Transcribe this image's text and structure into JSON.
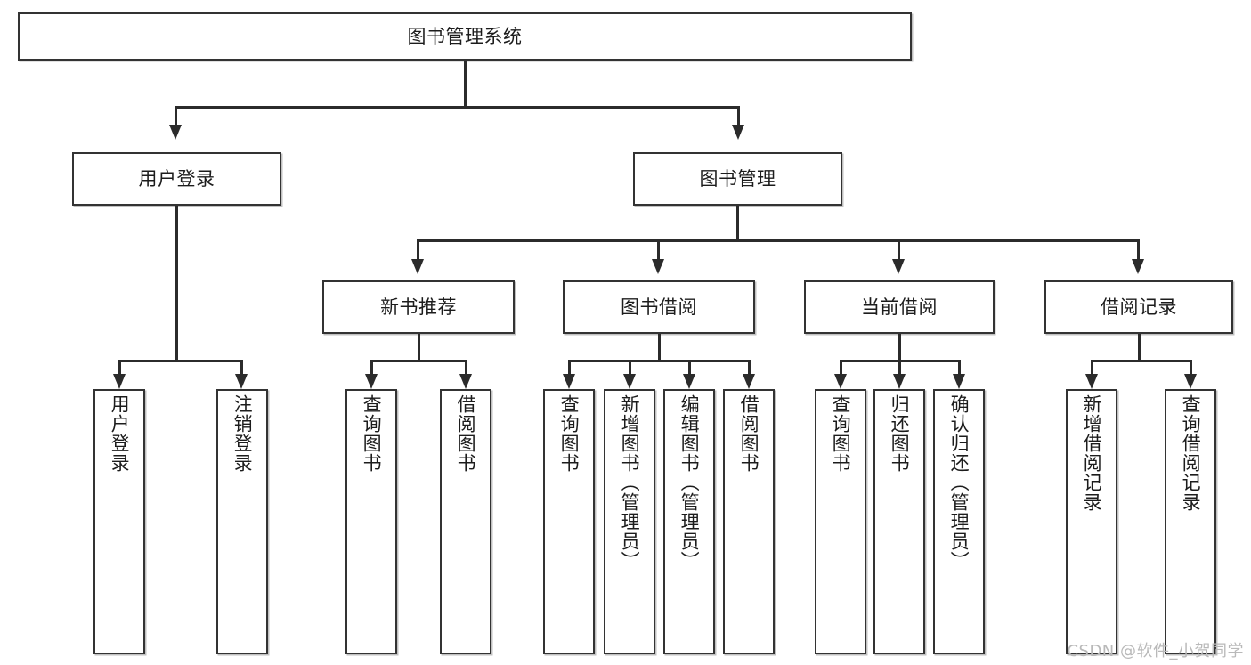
{
  "diagram": {
    "title": "图书管理系统",
    "type": "tree-hierarchy-diagram",
    "colors": {
      "box_border": "#333333",
      "connector": "#2b2b2b",
      "background": "#ffffff",
      "watermark": "#b9b9b9"
    },
    "root": {
      "label": "图书管理系统"
    },
    "level1": [
      {
        "label": "用户登录"
      },
      {
        "label": "图书管理"
      }
    ],
    "level2": [
      {
        "label": "新书推荐"
      },
      {
        "label": "图书借阅"
      },
      {
        "label": "当前借阅"
      },
      {
        "label": "借阅记录"
      }
    ],
    "leaves": {
      "user_login": [
        {
          "label": "用户登录"
        },
        {
          "label": "注销登录"
        }
      ],
      "new_book_recommend": [
        {
          "label": "查询图书"
        },
        {
          "label": "借阅图书"
        }
      ],
      "book_borrow": [
        {
          "label": "查询图书"
        },
        {
          "label": "新增图书（管理员）"
        },
        {
          "label": "编辑图书（管理员）"
        },
        {
          "label": "借阅图书"
        }
      ],
      "current_borrow": [
        {
          "label": "查询图书"
        },
        {
          "label": "归还图书"
        },
        {
          "label": "确认归还（管理员）"
        }
      ],
      "borrow_record": [
        {
          "label": "新增借阅记录"
        },
        {
          "label": "查询借阅记录"
        }
      ]
    }
  },
  "watermark": {
    "text": "CSDN @软件_小贺同学"
  }
}
